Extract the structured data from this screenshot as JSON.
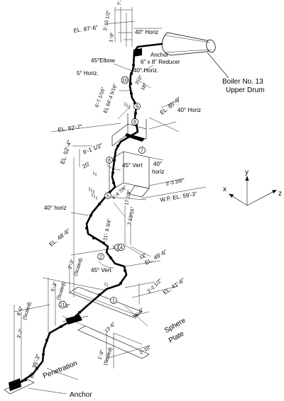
{
  "labels": {
    "el_87_6": "EL. 87'-6\"",
    "d_7_4_1_8": "7'-4 1/8\"",
    "d_3_10_1_2": "3'-10 1/2\"",
    "d_1_9": "1'-9\"",
    "horiz_40_top": "40° Horiz",
    "anchor_top": "Anchor",
    "reducer": "6\" x 8\" Reducer",
    "elbow_45": "45°Elbow",
    "horiz_40_b": "40° Horiz.",
    "d_3_0": "3'-0\"",
    "horiz_5": "5° Horiz.",
    "d_18": "18\"",
    "d_6_7_16": "6'-7 1/16\"",
    "el_84_4_5_16": "EL 84'-4 5/16\"",
    "el_85_0": "EL. 85'-0\"",
    "boiler_line1": "Boiler No. 13",
    "boiler_line2": "Upper Drum",
    "horiz_40_right": "40° Horiz",
    "el_82_7": "EL. 82'-7\"",
    "el_52_4": "EL. 52'-4\"",
    "d_9_1_1_2": "9'-1 1/2\"",
    "d_20": "20'",
    "horiz_40_c1": "40°",
    "horiz_40_c2": "horiz",
    "vert_45_a": "45° Vert",
    "d_4_4_7_8": "4'-4 7/8\"",
    "d_3_3_3_8": "3'-3 3/8\"",
    "wp_el": "W.P. EL. 59'-3\"",
    "axis_y": "y",
    "axis_x": "x",
    "axis_z": "z",
    "horiz_40_left": "40° horiz",
    "d_17_1_8": "17 1/8\"",
    "d_7_13_16": "7 13/16\"",
    "d_21_8_3_4": "21'- 8 3/4\"",
    "el_48_6": "EL. 48'-6\"",
    "d_12": "12\"",
    "el_49_6": "EL. 49'-6\"",
    "d_2_3_scaled": "2'-3\"",
    "scaled_1": "(Scaled)",
    "vert_45_b": "45° Vert",
    "d_5_3": "5'-3\"",
    "scaled_2": "(Scaled)",
    "d_2_2_1_2": "2'-2 1/2\"",
    "el_41_6": "EL. 41'-6\"",
    "d_8_0": "8'-0\"",
    "scaled_3": "(Scaled)",
    "d_3": "3\"",
    "d_16_0": "16'-0\"",
    "sphere_plate_1": "Sphere",
    "sphere_plate_2": "Plate",
    "d_3_7": "3'-7\"",
    "d_13_6": "13'-6\"",
    "d_1_9_scaled": "1'-9\"",
    "scaled_4": "(Scaled)",
    "d_2_10": "2'-10\"",
    "el_35_3": "EL. 35'-3\"",
    "penetration": "Penetration",
    "anchor_bottom": "Anchor"
  },
  "nodes": [
    "1",
    "2",
    "3",
    "4",
    "5",
    "6",
    "7",
    "8",
    "9",
    "10",
    "11"
  ]
}
